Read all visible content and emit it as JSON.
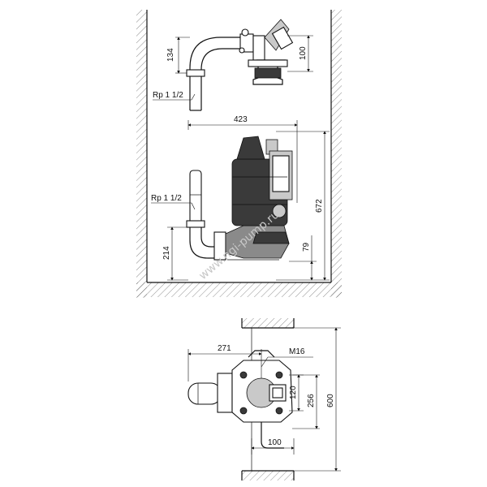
{
  "dimensions": {
    "top_height": "134",
    "top_valve": "100",
    "rp_top": "Rp 1 1/2",
    "width_main": "423",
    "height_main": "672",
    "rp_mid": "Rp 1 1/2",
    "h_214": "214",
    "h_79": "79",
    "plan_271": "271",
    "plan_m16": "M16",
    "plan_120": "120",
    "plan_256": "256",
    "plan_600": "600",
    "plan_100": "100"
  },
  "watermark": "www.ngi-pump.ru"
}
